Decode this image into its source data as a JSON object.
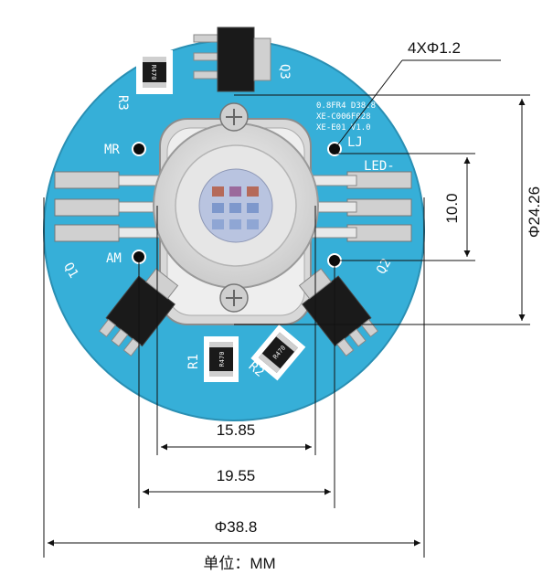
{
  "board": {
    "refs": {
      "q1": "Q1",
      "q2": "Q2",
      "q3": "Q3",
      "r1": "R1",
      "r2": "R2",
      "r3": "R3"
    },
    "pads": {
      "mr": "MR",
      "lj": "LJ",
      "led_minus": "LED-",
      "am": "AM"
    },
    "info_lines": [
      "0.8FR4 D38.8",
      "XE-C006F028",
      "XE-E01  V1.0"
    ],
    "resistor_code": "R470",
    "colors": {
      "pcb": "#36afd8",
      "pad": "#d0d0d0",
      "led_body": "#e4e4e4",
      "component": "#1a1a1a"
    }
  },
  "dimensions": {
    "hole_callout": "4XΦ1.2",
    "spacing_vertical": "10.0",
    "diameter_inner": "Φ24.26",
    "width_small": "15.85",
    "width_medium": "19.55",
    "diameter_outer": "Φ38.8",
    "unit_label": "单位：MM"
  }
}
